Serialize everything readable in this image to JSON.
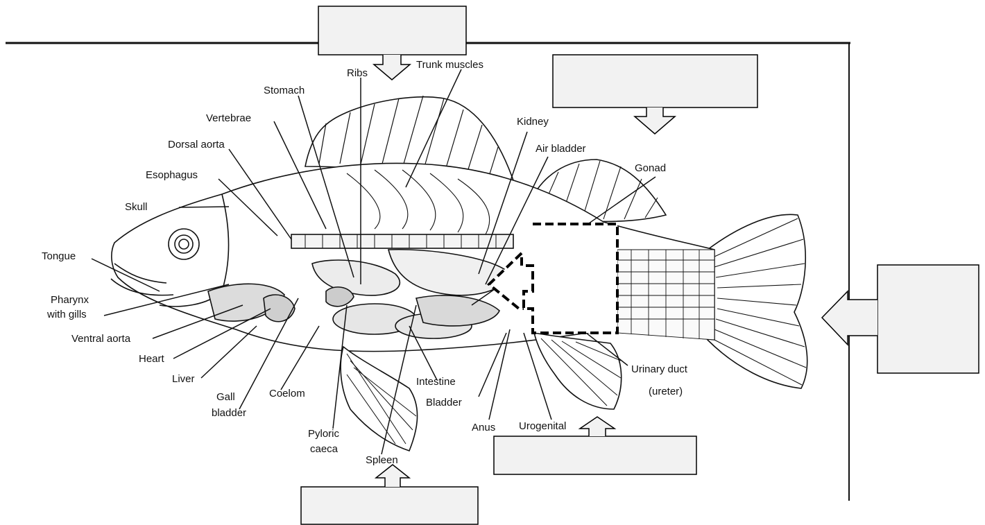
{
  "labels": {
    "ribs": "Ribs",
    "trunk_muscles": "Trunk muscles",
    "stomach": "Stomach",
    "vertebrae": "Vertebrae",
    "dorsal_aorta": "Dorsal aorta",
    "esophagus": "Esophagus",
    "skull": "Skull",
    "tongue": "Tongue",
    "pharynx_line1": "Pharynx",
    "pharynx_line2": "with gills",
    "ventral_aorta": "Ventral aorta",
    "heart": "Heart",
    "liver": "Liver",
    "gall_line1": "Gall",
    "gall_line2": "bladder",
    "coelom": "Coelom",
    "pyloric_line1": "Pyloric",
    "pyloric_line2": "caeca",
    "spleen": "Spleen",
    "intestine": "Intestine",
    "bladder": "Bladder",
    "anus": "Anus",
    "urogenital": "Urogenital",
    "urinary_line1": "Urinary duct",
    "urinary_line2": "(ureter)",
    "kidney": "Kidney",
    "air_bladder": "Air bladder",
    "gonad": "Gonad"
  },
  "colors": {
    "callout_fill": "#f2f2f2",
    "callout_stroke": "#000000",
    "line": "#111111",
    "fish_fill": "#ffffff",
    "organ_fill": "#ececec"
  }
}
